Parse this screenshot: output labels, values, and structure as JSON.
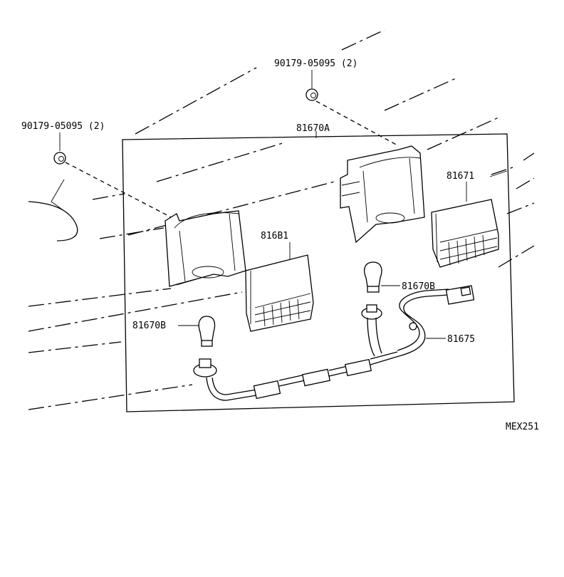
{
  "labels": {
    "clip_right": "90179-05095 (2)",
    "clip_left": "90179-05095 (2)",
    "assembly": "81670A",
    "housing_right": "81671",
    "housing_left": "816B1",
    "bulb_right": "81670B",
    "bulb_left": "81670B",
    "harness": "81675",
    "figure_code": "MEX251"
  }
}
